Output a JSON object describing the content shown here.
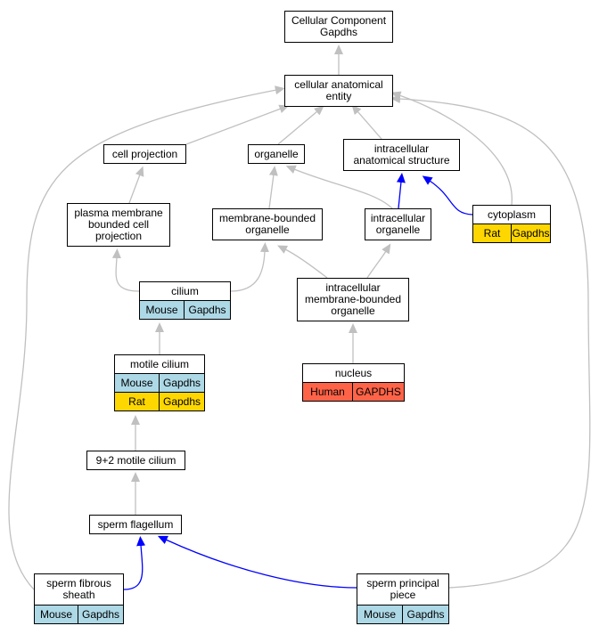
{
  "colors": {
    "edge_default": "#c0c0c0",
    "edge_highlight": "#0000ff",
    "Mouse": "#add8e6",
    "Rat": "#ffd700",
    "Human": "#ff6347"
  },
  "nodes": {
    "cc_root": "Cellular Component\nGapdhs",
    "cae": "cellular anatomical\nentity",
    "cell_projection": "cell projection",
    "organelle": "organelle",
    "ias": "intracellular\nanatomical structure",
    "pmbcp": "plasma membrane\nbounded cell\nprojection",
    "mbo": "membrane-bounded\norganelle",
    "io": "intracellular\norganelle",
    "cytoplasm": "cytoplasm",
    "cilium": "cilium",
    "imbo": "intracellular\nmembrane-bounded\norganelle",
    "motile_cilium": "motile cilium",
    "nucleus": "nucleus",
    "nine_two": "9+2 motile cilium",
    "sperm_flagellum": "sperm flagellum",
    "sperm_fibrous_sheath": "sperm fibrous\nsheath",
    "sperm_principal_piece": "sperm principal\npiece"
  },
  "annotations": {
    "cytoplasm": [
      {
        "species": "Rat",
        "gene": "Gapdhs"
      }
    ],
    "cilium": [
      {
        "species": "Mouse",
        "gene": "Gapdhs"
      }
    ],
    "motile_cilium": [
      {
        "species": "Mouse",
        "gene": "Gapdhs"
      },
      {
        "species": "Rat",
        "gene": "Gapdhs"
      }
    ],
    "nucleus": [
      {
        "species": "Human",
        "gene": "GAPDHS"
      }
    ],
    "sperm_fibrous_sheath": [
      {
        "species": "Mouse",
        "gene": "Gapdhs"
      }
    ],
    "sperm_principal_piece": [
      {
        "species": "Mouse",
        "gene": "Gapdhs"
      }
    ]
  },
  "edges": [
    {
      "from": "cae",
      "to": "cc_root",
      "highlight": false
    },
    {
      "from": "cell_projection",
      "to": "cae",
      "highlight": false
    },
    {
      "from": "organelle",
      "to": "cae",
      "highlight": false
    },
    {
      "from": "ias",
      "to": "cae",
      "highlight": false
    },
    {
      "from": "cytoplasm",
      "to": "cae",
      "highlight": false
    },
    {
      "from": "sperm_fibrous_sheath",
      "to": "cae",
      "highlight": false
    },
    {
      "from": "sperm_principal_piece",
      "to": "cae",
      "highlight": false
    },
    {
      "from": "pmbcp",
      "to": "cell_projection",
      "highlight": false
    },
    {
      "from": "mbo",
      "to": "organelle",
      "highlight": false
    },
    {
      "from": "io",
      "to": "organelle",
      "highlight": false
    },
    {
      "from": "io",
      "to": "ias",
      "highlight": true
    },
    {
      "from": "cytoplasm",
      "to": "ias",
      "highlight": true
    },
    {
      "from": "cilium",
      "to": "pmbcp",
      "highlight": false
    },
    {
      "from": "cilium",
      "to": "mbo",
      "highlight": false
    },
    {
      "from": "imbo",
      "to": "mbo",
      "highlight": false
    },
    {
      "from": "imbo",
      "to": "io",
      "highlight": false
    },
    {
      "from": "motile_cilium",
      "to": "cilium",
      "highlight": false
    },
    {
      "from": "nucleus",
      "to": "imbo",
      "highlight": false
    },
    {
      "from": "nine_two",
      "to": "motile_cilium",
      "highlight": false
    },
    {
      "from": "sperm_flagellum",
      "to": "nine_two",
      "highlight": false
    },
    {
      "from": "sperm_fibrous_sheath",
      "to": "sperm_flagellum",
      "highlight": true
    },
    {
      "from": "sperm_principal_piece",
      "to": "sperm_flagellum",
      "highlight": true
    }
  ]
}
